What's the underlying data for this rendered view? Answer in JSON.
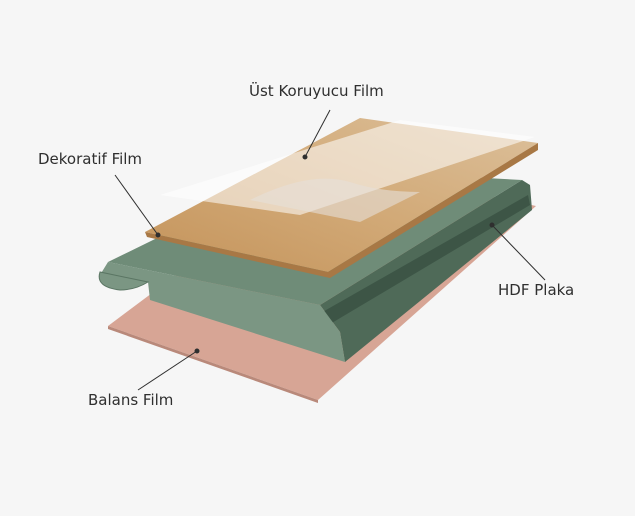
{
  "labels": {
    "top_film": "Üst Koruyucu Film",
    "decor_film": "Dekoratif Film",
    "hdf": "HDF Plaka",
    "balance_film": "Balans Film"
  },
  "colors": {
    "background": "#f6f6f6",
    "balance": "#d7a595",
    "hdf_top": "#6f8c78",
    "hdf_side": "#4f6a58",
    "hdf_end": "#7b9683",
    "wood": "#c99a63",
    "film": "#ffffff"
  }
}
